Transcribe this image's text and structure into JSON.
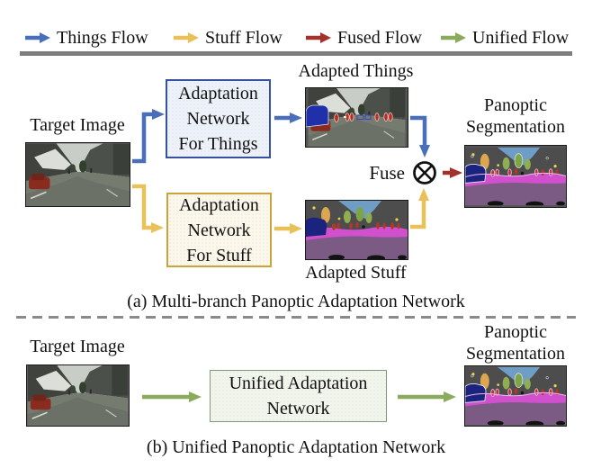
{
  "figure": {
    "legend": {
      "items": [
        {
          "label": "Things Flow",
          "color": "#4a6fba"
        },
        {
          "label": "Stuff Flow",
          "color": "#e9c158"
        },
        {
          "label": "Fused Flow",
          "color": "#a3332a"
        },
        {
          "label": "Unified Flow",
          "color": "#8aab5e"
        }
      ]
    },
    "section_a": {
      "target_image_label": "Target Image",
      "things_box_lines": [
        "Adaptation",
        "Network",
        "For Things"
      ],
      "stuff_box_lines": [
        "Adaptation",
        "Network",
        "For Stuff"
      ],
      "adapted_things_label": "Adapted Things",
      "adapted_stuff_label": "Adapted Stuff",
      "fuse_label": "Fuse",
      "panoptic_label_line1": "Panoptic",
      "panoptic_label_line2": "Segmentation",
      "caption": "(a) Multi-branch Panoptic Adaptation Network"
    },
    "section_b": {
      "target_image_label": "Target Image",
      "unified_box_lines": [
        "Unified Adaptation",
        "Network"
      ],
      "panoptic_label_line1": "Panoptic",
      "panoptic_label_line2": "Segmentation",
      "caption": "(b) Unified Panoptic Adaptation Network"
    }
  }
}
